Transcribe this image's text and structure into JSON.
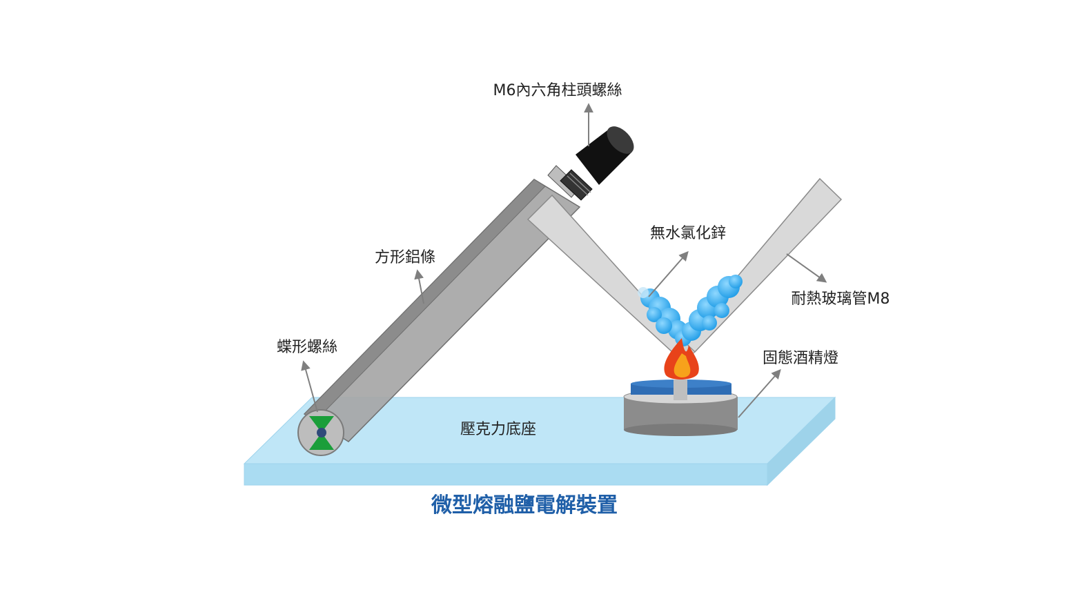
{
  "title": "微型熔融鹽電解裝置",
  "labels": {
    "screw": "M6內六角柱頭螺絲",
    "aluminum_bar": "方形鋁條",
    "zinc_chloride": "無水氯化鋅",
    "glass_tube": "耐熱玻璃管M8",
    "wing_screw": "蝶形螺絲",
    "alcohol_lamp": "固態酒精燈",
    "base": "壓克力底座"
  },
  "colors": {
    "title": "#1f5fa8",
    "base_top": "#bfe6f7",
    "base_front": "#aadcf2",
    "aluminum": "#a6a6a6",
    "glass": "#d9d9d9",
    "salt": "#2fa7ea",
    "flame_outer": "#e8431a",
    "flame_inner": "#f7a21b",
    "lamp_lid": "#2f6db4",
    "screw_head": "#111111",
    "wing": "#1a9e3a",
    "arrow": "#7f7f7f"
  }
}
